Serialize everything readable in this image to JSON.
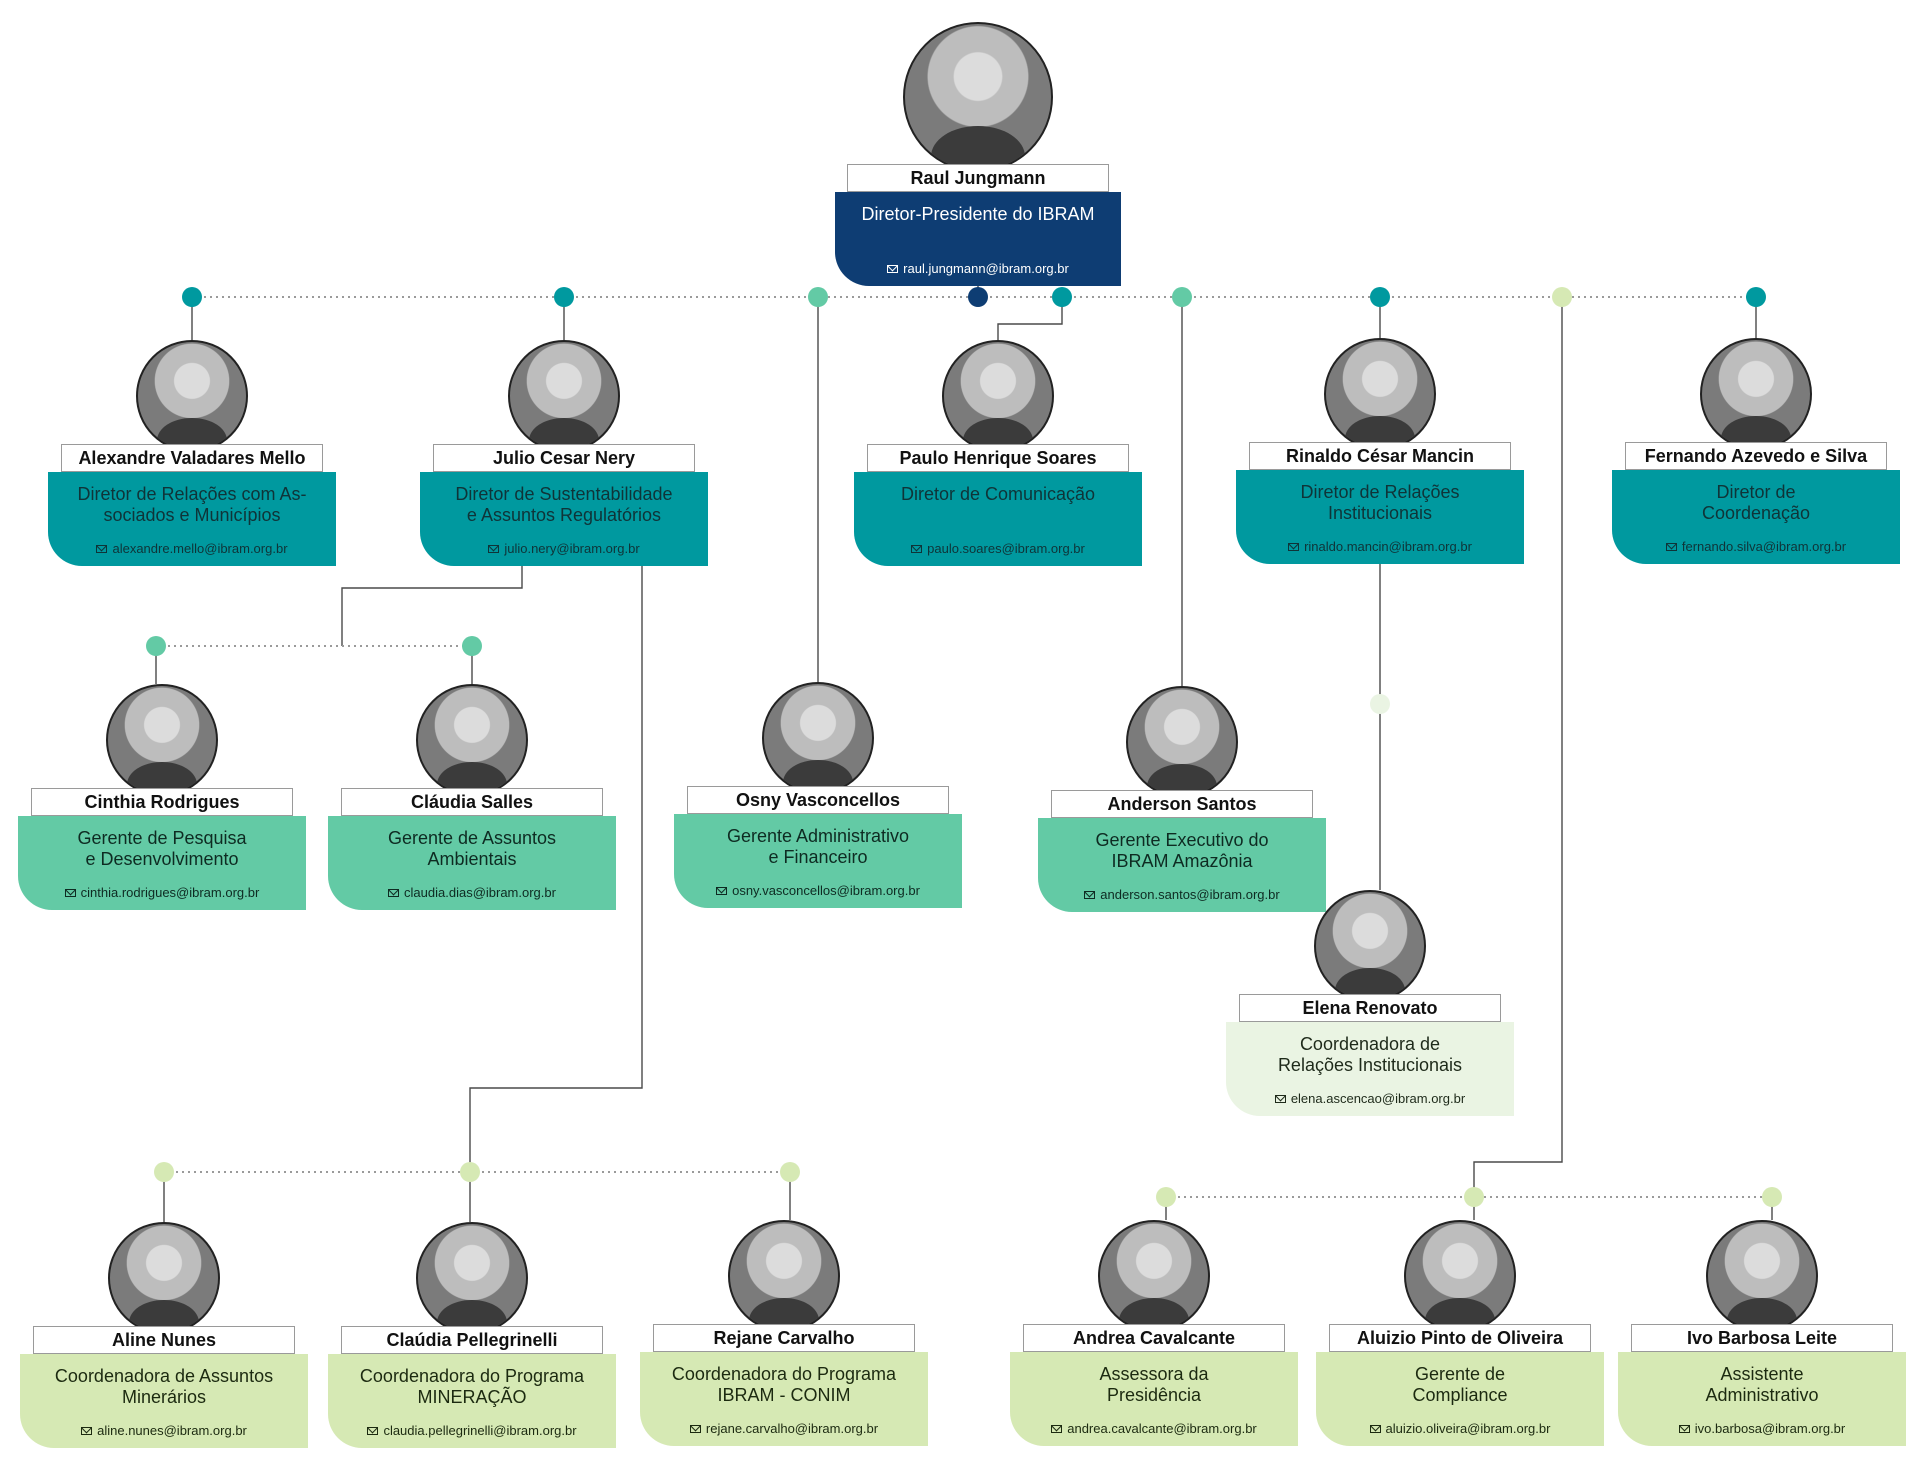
{
  "colors": {
    "navy": "#0e3d73",
    "teal": "#00999f",
    "mint": "#63caa5",
    "lime": "#d6e9b4",
    "pale": "#eaf4e3",
    "line": "#4a4a4a",
    "dotted": "#9a9a9a"
  },
  "nodes": [
    {
      "id": "raul",
      "name": "Raul Jungmann",
      "title": "Diretor-Presidente do IBRAM",
      "email": "raul.jungmann@ibram.org.br",
      "theme": "navy"
    },
    {
      "id": "alexandre",
      "name": "Alexandre Valadares Mello",
      "title": "Diretor de Relações com As-\nsociados e Municípios",
      "email": "alexandre.mello@ibram.org.br",
      "theme": "teal"
    },
    {
      "id": "julio",
      "name": "Julio Cesar Nery",
      "title": "Diretor de Sustentabilidade\ne Assuntos Regulatórios",
      "email": "julio.nery@ibram.org.br",
      "theme": "teal"
    },
    {
      "id": "paulo",
      "name": "Paulo Henrique Soares",
      "title": "Diretor de Comunicação",
      "email": "paulo.soares@ibram.org.br",
      "theme": "teal"
    },
    {
      "id": "rinaldo",
      "name": "Rinaldo César Mancin",
      "title": "Diretor de Relações\nInstitucionais",
      "email": "rinaldo.mancin@ibram.org.br",
      "theme": "teal"
    },
    {
      "id": "fernando",
      "name": "Fernando Azevedo e Silva",
      "title": "Diretor de\nCoordenação",
      "email": "fernando.silva@ibram.org.br",
      "theme": "teal"
    },
    {
      "id": "cinthia",
      "name": "Cinthia Rodrigues",
      "title": "Gerente de Pesquisa\ne Desenvolvimento",
      "email": "cinthia.rodrigues@ibram.org.br",
      "theme": "mint"
    },
    {
      "id": "claudia_s",
      "name": "Cláudia Salles",
      "title": "Gerente de Assuntos\nAmbientais",
      "email": "claudia.dias@ibram.org.br",
      "theme": "mint"
    },
    {
      "id": "osny",
      "name": "Osny Vasconcellos",
      "title": "Gerente Administrativo\ne Financeiro",
      "email": "osny.vasconcellos@ibram.org.br",
      "theme": "mint"
    },
    {
      "id": "anderson",
      "name": "Anderson Santos",
      "title": "Gerente Executivo do\nIBRAM Amazônia",
      "email": "anderson.santos@ibram.org.br",
      "theme": "mint"
    },
    {
      "id": "elena",
      "name": "Elena Renovato",
      "title": "Coordenadora de\nRelações Institucionais",
      "email": "elena.ascencao@ibram.org.br",
      "theme": "pale"
    },
    {
      "id": "aline",
      "name": "Aline Nunes",
      "title": "Coordenadora de Assuntos\nMinerários",
      "email": "aline.nunes@ibram.org.br",
      "theme": "lime"
    },
    {
      "id": "claudia_p",
      "name": "Claúdia Pellegrinelli",
      "title": "Coordenadora do Programa\nMINERAÇÃO",
      "email": "claudia.pellegrinelli@ibram.org.br",
      "theme": "lime"
    },
    {
      "id": "rejane",
      "name": "Rejane Carvalho",
      "title": "Coordenadora do Programa\nIBRAM - CONIM",
      "email": "rejane.carvalho@ibram.org.br",
      "theme": "lime"
    },
    {
      "id": "andrea",
      "name": "Andrea Cavalcante",
      "title": "Assessora da\nPresidência",
      "email": "andrea.cavalcante@ibram.org.br",
      "theme": "lime"
    },
    {
      "id": "aluizio",
      "name": "Aluizio Pinto de Oliveira",
      "title": "Gerente de\nCompliance",
      "email": "aluizio.oliveira@ibram.org.br",
      "theme": "lime"
    },
    {
      "id": "ivo",
      "name": "Ivo Barbosa Leite",
      "title": "Assistente\nAdministrativo",
      "email": "ivo.barbosa@ibram.org.br",
      "theme": "lime"
    }
  ]
}
